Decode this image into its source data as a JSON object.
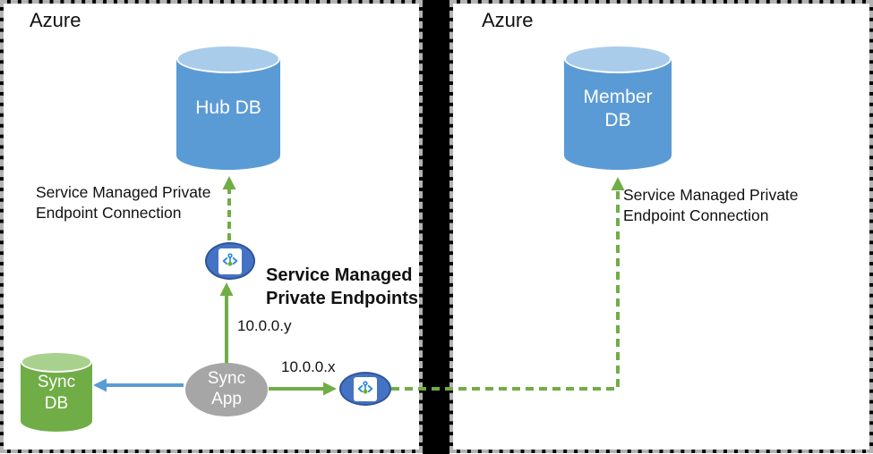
{
  "regions": {
    "left": {
      "label": "Azure"
    },
    "right": {
      "label": "Azure"
    }
  },
  "nodes": {
    "hub_db": {
      "label": "Hub DB"
    },
    "member_db": {
      "label": "Member DB"
    },
    "sync_db": {
      "label": "Sync DB"
    },
    "sync_app": {
      "label": "Sync App"
    },
    "private_endpoint_hub": {
      "icon": "private-endpoint-icon"
    },
    "private_endpoint_member": {
      "icon": "private-endpoint-icon"
    }
  },
  "annotations": {
    "hub_connection": "Service Managed Private Endpoint Connection",
    "member_connection": "Service Managed Private Endpoint Connection",
    "endpoints_title": "Service Managed Private Endpoints",
    "ip_hub": "10.0.0.y",
    "ip_member": "10.0.0.x"
  },
  "colors": {
    "db_blue": "#5B9BD5",
    "db_blue_top": "#A9CCEB",
    "db_green": "#70AD47",
    "db_green_top": "#A9D18E",
    "app_gray": "#A6A6A6",
    "endpoint_fill": "#4472C4",
    "endpoint_border": "#2F5597",
    "arrow_green": "#70AD47",
    "arrow_blue": "#5B9BD5",
    "divider": "#000000",
    "icon_blue": "#2B88D8",
    "icon_green": "#63B32E"
  }
}
